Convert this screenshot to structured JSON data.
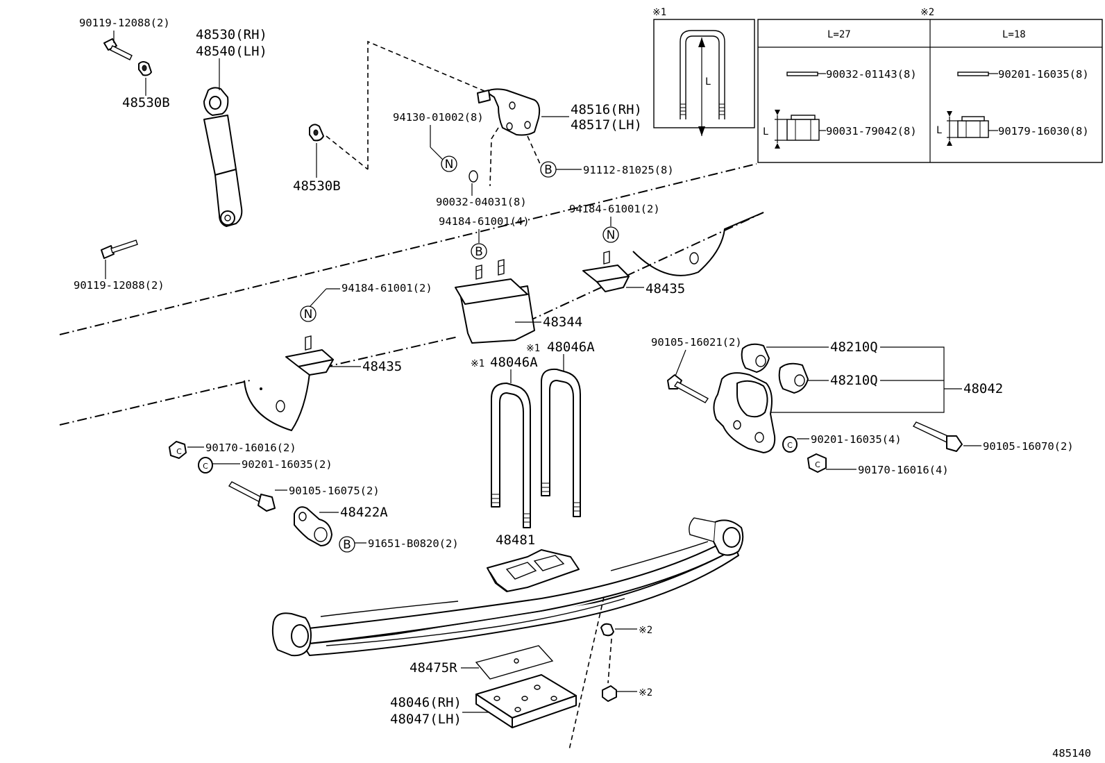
{
  "diagram_id": "485140",
  "legend": {
    "mark1": "※1",
    "mark2": "※2",
    "ubolt_dimension_label": "L",
    "col_left_header": "L=27",
    "col_right_header": "L=18",
    "col_left_washer": "90032-01143(8)",
    "col_left_nut": "90031-79042(8)",
    "col_right_washer": "90201-16035(8)",
    "col_right_nut": "90179-16030(8)",
    "nut_dim_left": "L",
    "nut_dim_right": "L"
  },
  "symbols": {
    "N": "N",
    "B": "B",
    "C": "C"
  },
  "labels": {
    "bolt_top_left": "90119-12088(2)",
    "washer_top_left": "48530B",
    "shock_rh": "48530(RH)",
    "shock_lh": "48540(LH)",
    "washer_mid": "48530B",
    "bolt_lower_left": "90119-12088(2)",
    "bracket_rh": "48516(RH)",
    "bracket_lh": "48517(LH)",
    "bolt_94130": "94130-01002(8)",
    "washer_90032": "90032-04031(8)",
    "bolt_91112": "91112-81025(8)",
    "nut_94184_left_top": "94184-61001(4)",
    "nut_94184_right_top": "94184-61001(2)",
    "nut_94184_left": "94184-61001(2)",
    "bumper_48344": "48344",
    "stopper_right": "48435",
    "stopper_left": "48435",
    "ubolt_left_mark": "※1",
    "ubolt_left": "48046A",
    "ubolt_right_mark": "※1",
    "ubolt_right": "48046A",
    "nut_90170_left": "90170-16016(2)",
    "washer_90201_left": "90201-16035(2)",
    "bolt_90105_left": "90105-16075(2)",
    "shackle_plate": "48422A",
    "bolt_91651": "91651-B0820(2)",
    "spacer_48481": "48481",
    "bolt_90105_right_top": "90105-16021(2)",
    "bushing_upper": "48210Q",
    "bushing_lower": "48210Q",
    "shackle_assy": "48042",
    "washer_90201_right": "90201-16035(4)",
    "bolt_90105_right": "90105-16070(2)",
    "nut_90170_right": "90170-16016(4)",
    "mark2_upper": "※2",
    "mark2_lower": "※2",
    "sheet_48475R": "48475R",
    "seat_rh": "48046(RH)",
    "seat_lh": "48047(LH)"
  }
}
